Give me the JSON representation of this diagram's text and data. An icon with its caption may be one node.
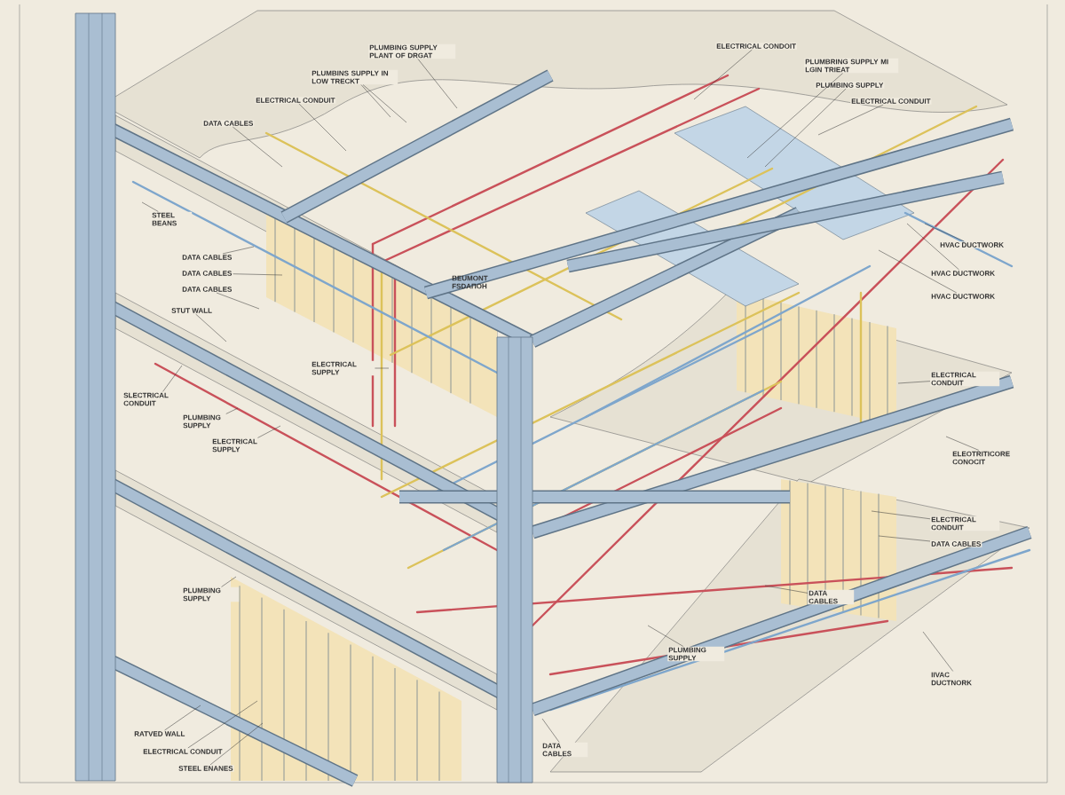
{
  "diagram": {
    "nodes": [
      {
        "text": [
          "PLUMBING SUPPLY PLANT OF DRGAT"
        ]
      },
      {
        "text": [
          "PLUMBINS SUPPLY IN LOW TRECKT"
        ]
      },
      {
        "text": [
          "ELECTRICAL CONDUIT"
        ]
      },
      {
        "text": [
          "DATA CABLES"
        ]
      },
      {
        "text": [
          "STEEL BEANS"
        ]
      },
      {
        "text": [
          "DATA CABLES"
        ]
      },
      {
        "text": [
          "DATA CABLES"
        ]
      },
      {
        "text": [
          "DATA CABLES"
        ]
      },
      {
        "text": [
          "STUT WALL"
        ]
      },
      {
        "text": [
          "ELECTRICAL SUPPLY"
        ]
      },
      {
        "text": [
          "SLECTRICAL CONDUIT"
        ]
      },
      {
        "text": [
          "PLUMBING SUPPLY"
        ]
      },
      {
        "text": [
          "ELECTRICAL SUPPLY"
        ]
      },
      {
        "text": [
          "PLUMBING SUPPLY"
        ]
      },
      {
        "text": [
          "RATVED WALL"
        ]
      },
      {
        "text": [
          "ELECTRICAL CONDUIT"
        ]
      },
      {
        "text": [
          "STEEL ENANES"
        ]
      },
      {
        "text": [
          "DATA CABLES"
        ]
      },
      {
        "text": [
          "PLUMBING SUPPLY"
        ]
      },
      {
        "text": [
          "DATA CABLES"
        ]
      },
      {
        "text": [
          "IIVAC DUCTNORK"
        ]
      },
      {
        "text": [
          "ELECTRICAL CONDUIT"
        ]
      },
      {
        "text": [
          "DATA CABLES"
        ]
      },
      {
        "text": [
          "ELECTRICAL CONDUIT"
        ]
      },
      {
        "text": [
          "ELEOTRITICORE CONOCIT"
        ]
      },
      {
        "text": [
          "HVAC DUCTWORK"
        ]
      },
      {
        "text": [
          "HVAC DUCTWORK"
        ]
      },
      {
        "text": [
          "HVAC DUCTWORK"
        ]
      },
      {
        "text": [
          "ELECTRICAL CONDOIT"
        ]
      },
      {
        "text": [
          "PLUMBRING SUPPLY MI LGIN TRIEAT"
        ]
      },
      {
        "text": [
          "PLUMBING SUPPLY"
        ]
      },
      {
        "text": [
          "ELECTRICAL CONDUIT"
        ]
      }
    ],
    "edges": [
      {
        "from": 0,
        "to": null,
        "arrow": "none"
      },
      {
        "from": 1,
        "to": null,
        "arrow": "none"
      },
      {
        "from": 1,
        "to": null,
        "arrow": "none"
      },
      {
        "from": 2,
        "to": null,
        "arrow": "none"
      },
      {
        "from": 3,
        "to": null,
        "arrow": "none"
      },
      {
        "from": 4,
        "to": null,
        "arrow": "none"
      },
      {
        "from": 5,
        "to": null,
        "arrow": "none"
      },
      {
        "from": 6,
        "to": null,
        "arrow": "none"
      },
      {
        "from": 7,
        "to": null,
        "arrow": "none"
      },
      {
        "from": 8,
        "to": null,
        "arrow": "none"
      },
      {
        "from": 9,
        "to": null,
        "arrow": "none"
      },
      {
        "from": 10,
        "to": null,
        "arrow": "none"
      },
      {
        "from": 11,
        "to": null,
        "arrow": "none"
      },
      {
        "from": 12,
        "to": null,
        "arrow": "none"
      },
      {
        "from": 13,
        "to": null,
        "arrow": "none"
      },
      {
        "from": 14,
        "to": null,
        "arrow": "none"
      },
      {
        "from": 15,
        "to": null,
        "arrow": "none"
      },
      {
        "from": 16,
        "to": null,
        "arrow": "none"
      },
      {
        "from": 17,
        "to": null,
        "arrow": "none"
      },
      {
        "from": 18,
        "to": null,
        "arrow": "none"
      },
      {
        "from": 19,
        "to": null,
        "arrow": "none"
      },
      {
        "from": 20,
        "to": null,
        "arrow": "none"
      },
      {
        "from": 21,
        "to": null,
        "arrow": "none"
      },
      {
        "from": 22,
        "to": null,
        "arrow": "none"
      },
      {
        "from": 23,
        "to": null,
        "arrow": "none"
      },
      {
        "from": 24,
        "to": null,
        "arrow": "none"
      },
      {
        "from": 25,
        "to": null,
        "arrow": "none"
      },
      {
        "from": 26,
        "to": null,
        "arrow": "none"
      },
      {
        "from": 27,
        "to": null,
        "arrow": "none"
      },
      {
        "from": 28,
        "to": null,
        "arrow": "none"
      },
      {
        "from": 29,
        "to": null,
        "arrow": "none"
      },
      {
        "from": 30,
        "to": null,
        "arrow": "none"
      },
      {
        "from": 31,
        "to": null,
        "arrow": "none"
      }
    ],
    "labels": [
      "BEUMONT FSDAПOH"
    ]
  }
}
